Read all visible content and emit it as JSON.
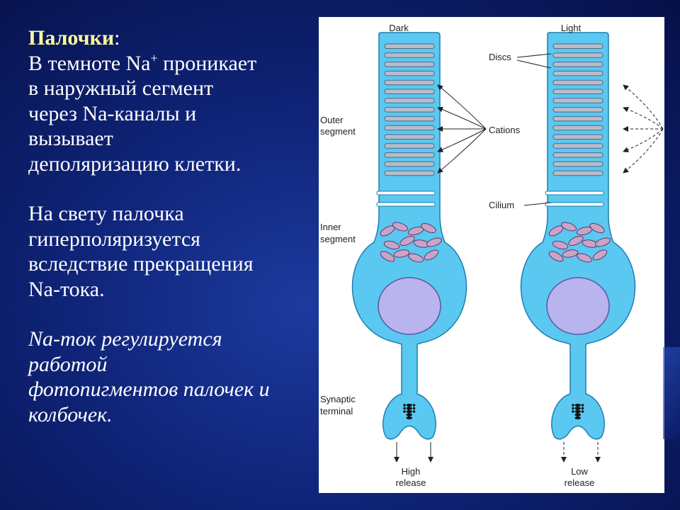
{
  "text": {
    "title": "Палочки",
    "title_colon": ":",
    "line1_pre": "В темноте Na",
    "line1_sup": "+",
    "line1_post": " проникает",
    "line2": "в наружный сегмент",
    "line3": "через Na-каналы и",
    "line4": "вызывает",
    "line5": "деполяризацию клетки.",
    "p2_line1": "На свету палочка",
    "p2_line2": "гиперполяризуется",
    "p2_line3": "вследствие прекращения",
    "p2_line4": "Na-тока.",
    "p3_line1": "Na-ток регулируется",
    "p3_line2": "работой",
    "p3_line3": "фотопигментов палочек и",
    "p3_line4": "колбочек."
  },
  "figure": {
    "labels": {
      "dark": "Dark",
      "light": "Light",
      "discs": "Discs",
      "outer_segment_1": "Outer",
      "outer_segment_2": "segment",
      "cations": "Cations",
      "cilium": "Cilium",
      "inner_segment_1": "Inner",
      "inner_segment_2": "segment",
      "synaptic_terminal_1": "Synaptic",
      "synaptic_terminal_2": "terminal",
      "high_release_1": "High",
      "high_release_2": "release",
      "low_release_1": "Low",
      "low_release_2": "release"
    },
    "colors": {
      "cell_fill": "#5ac8f0",
      "cell_stroke": "#1e7fb0",
      "disc_fill": "#b8bcc8",
      "nucleus_fill": "#b9b4ee",
      "mito_fill": "#c9a4c8"
    }
  }
}
